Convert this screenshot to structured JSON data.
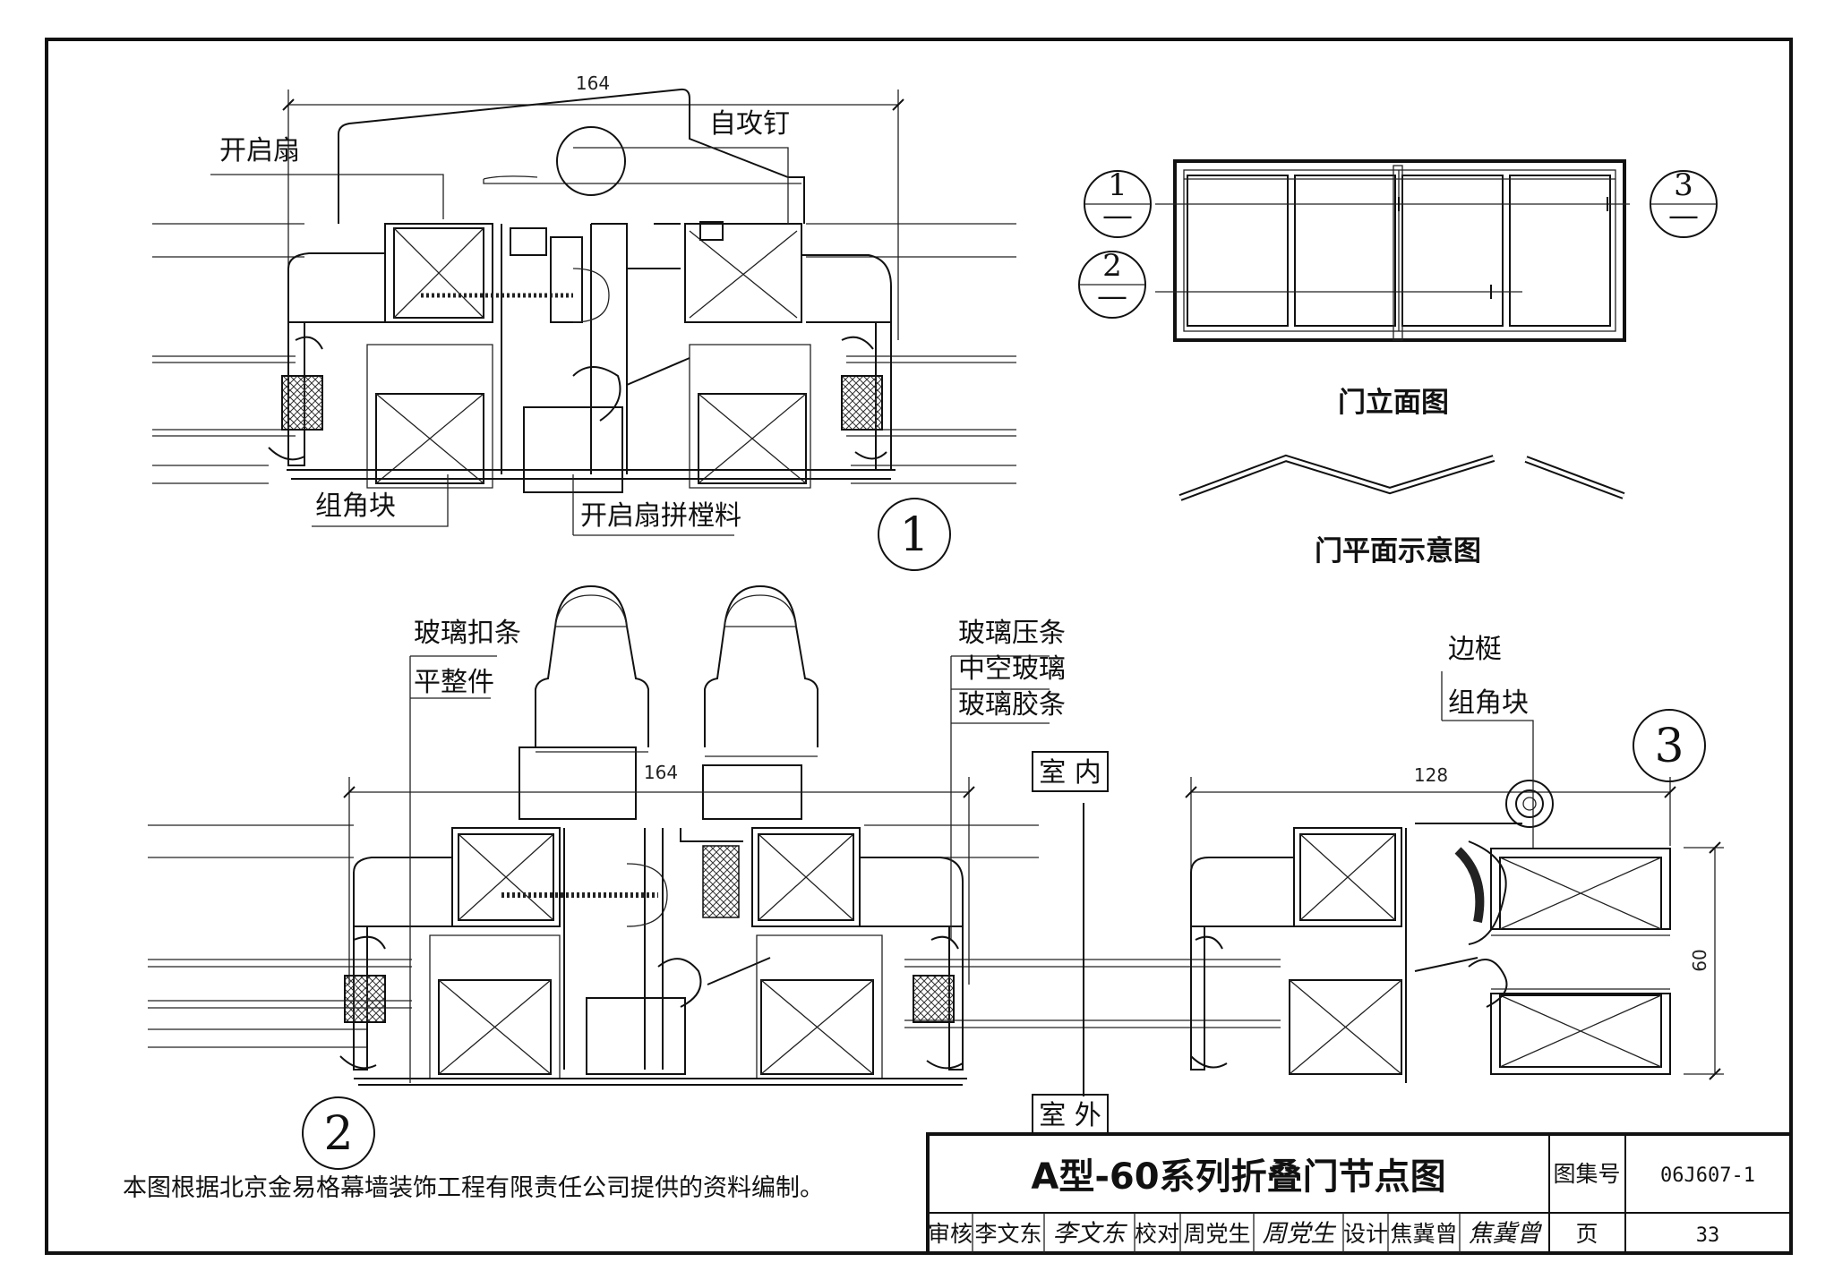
{
  "drawing_title": "A型-60系列折叠门节点图",
  "title_block": {
    "atlas_label": "图集号",
    "atlas_no": "06J607-1",
    "page_label": "页",
    "page_no": "33",
    "review_label": "审核",
    "reviewer": "李文东",
    "check_label": "校对",
    "checker": "周党生",
    "design_label": "设计",
    "designer": "焦冀曾"
  },
  "note": "本图根据北京金易格幕墙装饰工程有限责任公司提供的资料编制。",
  "detail1": {
    "dim": "164",
    "callout": "1",
    "labels": {
      "sash": "开启扇",
      "screw": "自攻钉",
      "corner": "组角块",
      "mullion": "开启扇拼樘料"
    }
  },
  "detail2": {
    "dim": "164",
    "callout": "2",
    "labels": {
      "bead_clip": "玻璃扣条",
      "leveler": "平整件",
      "bead": "玻璃压条",
      "igu": "中空玻璃",
      "gasket": "玻璃胶条",
      "inside": "室 内",
      "outside": "室 外"
    }
  },
  "detail3": {
    "dim_width": "128",
    "dim_depth": "60",
    "callout": "3",
    "labels": {
      "stile": "边梃",
      "corner": "组角块"
    }
  },
  "elevation": {
    "title": "门立面图",
    "markers": [
      {
        "num": "1",
        "den": "—"
      },
      {
        "num": "2",
        "den": "—"
      },
      {
        "num": "3",
        "den": "—"
      }
    ]
  },
  "plan": {
    "title": "门平面示意图"
  }
}
